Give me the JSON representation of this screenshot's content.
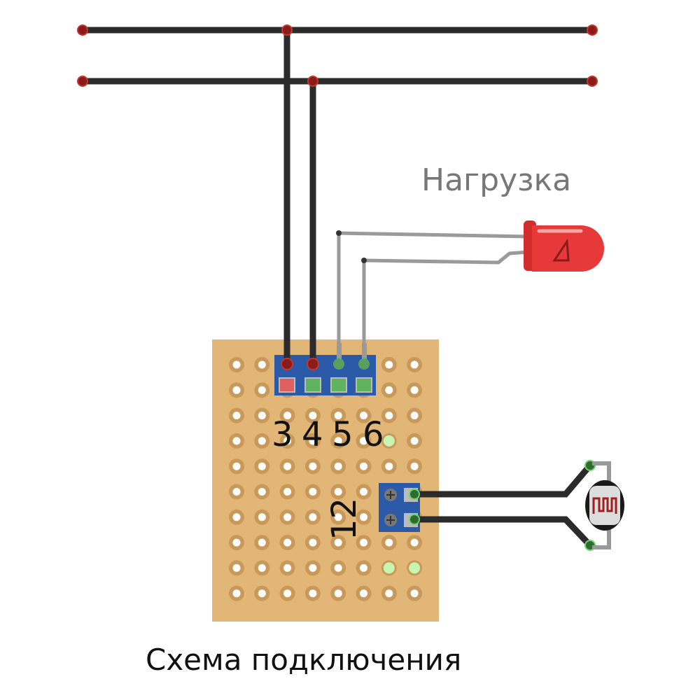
{
  "load_label": "Нагрузка",
  "title": "Схема подключения",
  "pin_labels": [
    "3",
    "4",
    "5",
    "6"
  ],
  "sensor_pins_label": "12",
  "colors": {
    "board": "#e2b676",
    "wire": "#2b2b2b",
    "gray_wire": "#9a9a9a",
    "terminal": "#2b5ba8",
    "led": "#e8393a",
    "pad_red": "#8b1a1a",
    "pad_green": "#3b8a3b"
  }
}
